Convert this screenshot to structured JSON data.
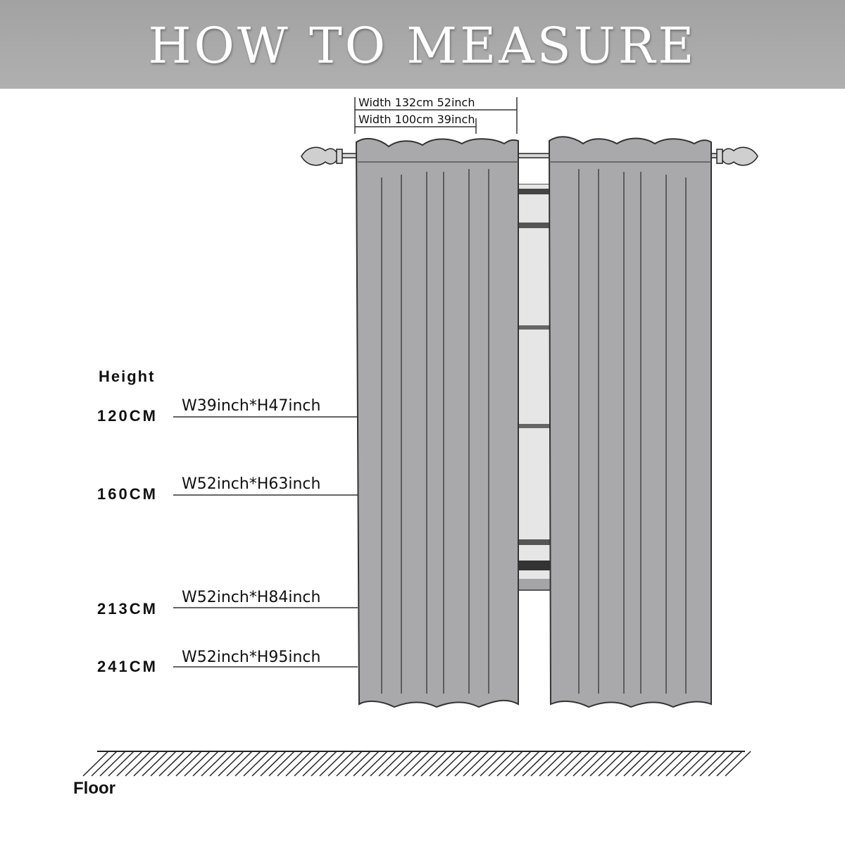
{
  "header": {
    "title": "HOW TO MEASURE"
  },
  "widths": [
    {
      "label": "Width 132cm  52inch"
    },
    {
      "label": "Width 100cm  39inch"
    }
  ],
  "height": {
    "title": "Height",
    "rows": [
      {
        "cm": "120CM",
        "size": "W39inch*H47inch"
      },
      {
        "cm": "160CM",
        "size": "W52inch*H63inch"
      },
      {
        "cm": "213CM",
        "size": "W52inch*H84inch"
      },
      {
        "cm": "241CM",
        "size": "W52inch*H95inch"
      }
    ]
  },
  "floor": {
    "label": "Floor"
  },
  "colors": {
    "banner": "#a8a8a8",
    "curtain": "#a9a9ab",
    "curtain_outline": "#333333",
    "window": "#8d8d8f"
  }
}
